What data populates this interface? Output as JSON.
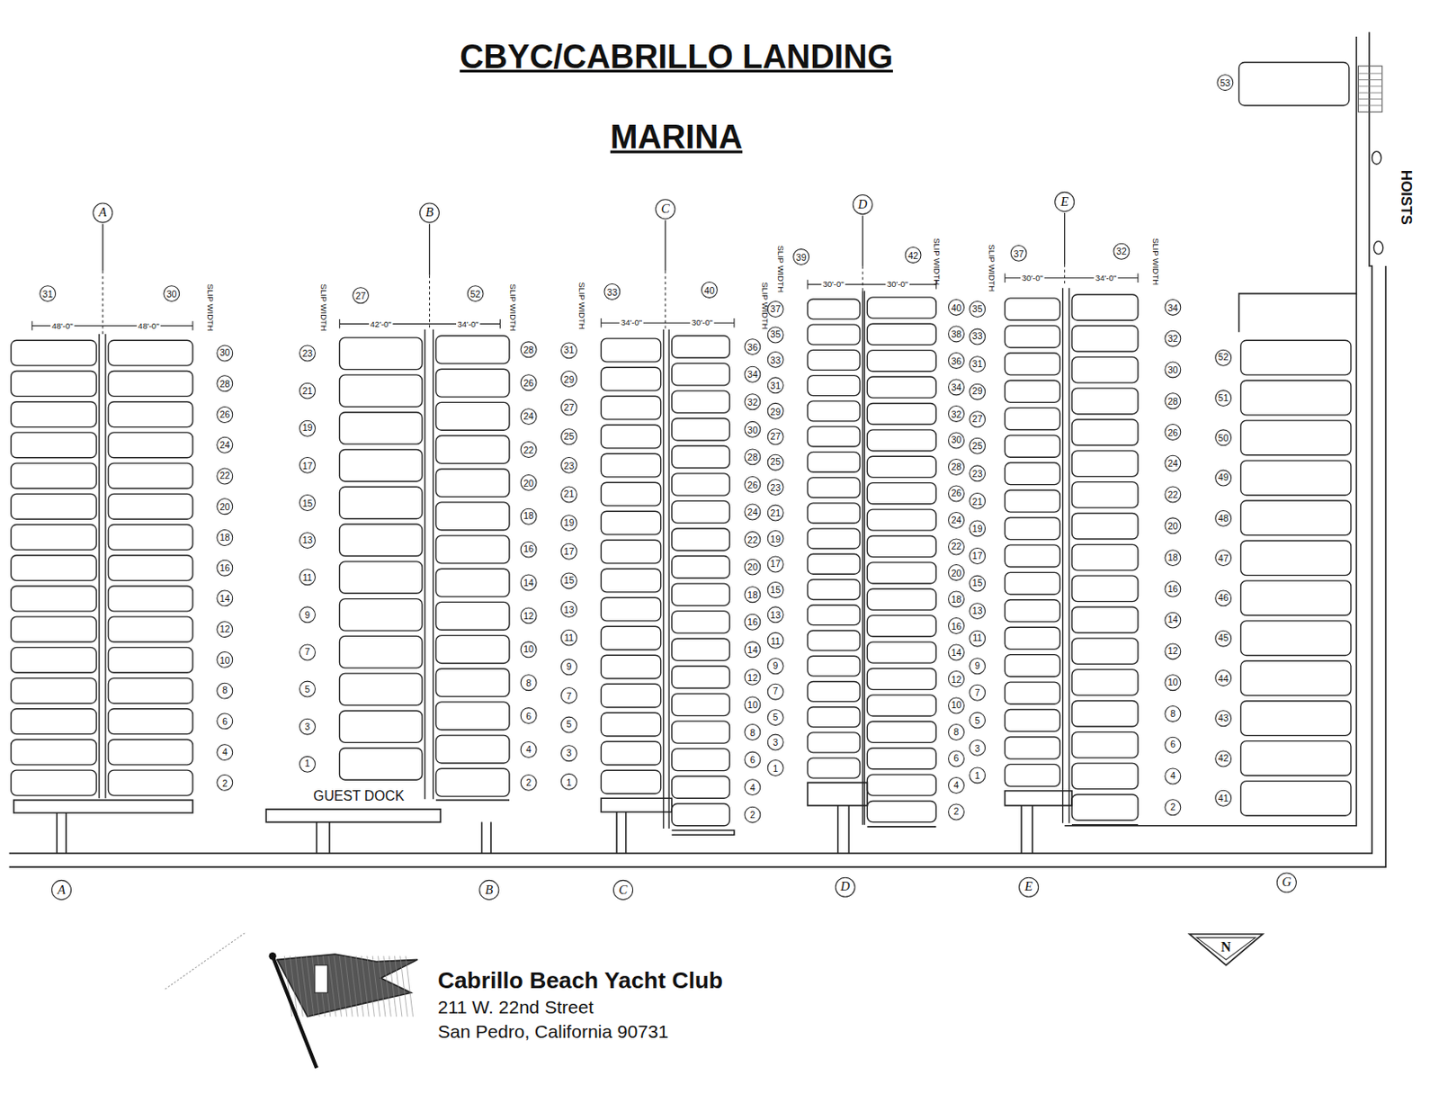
{
  "diagram": {
    "title": "CBYC/CABRILLO LANDING MARINA",
    "nodes": [
      {
        "text": [
          "A"
        ]
      },
      {
        "text": [
          "B"
        ]
      },
      {
        "text": [
          "C"
        ]
      },
      {
        "text": [
          "D"
        ]
      },
      {
        "text": [
          "E"
        ]
      },
      {
        "text": [
          "31"
        ]
      },
      {
        "text": [
          "30"
        ]
      },
      {
        "text": [
          "27"
        ]
      },
      {
        "text": [
          "52"
        ]
      },
      {
        "text": [
          "33"
        ]
      },
      {
        "text": [
          "40"
        ]
      },
      {
        "text": [
          "39"
        ]
      },
      {
        "text": [
          "42"
        ]
      },
      {
        "text": [
          "37"
        ]
      },
      {
        "text": [
          "32"
        ]
      },
      {
        "text": [
          "30"
        ]
      },
      {
        "text": [
          "28"
        ]
      },
      {
        "text": [
          "26"
        ]
      },
      {
        "text": [
          "24"
        ]
      },
      {
        "text": [
          "22"
        ]
      },
      {
        "text": [
          "20"
        ]
      },
      {
        "text": [
          "18"
        ]
      },
      {
        "text": [
          "16"
        ]
      },
      {
        "text": [
          "14"
        ]
      },
      {
        "text": [
          "12"
        ]
      },
      {
        "text": [
          "10"
        ]
      },
      {
        "text": [
          "8"
        ]
      },
      {
        "text": [
          "6"
        ]
      },
      {
        "text": [
          "4"
        ]
      },
      {
        "text": [
          "2"
        ]
      },
      {
        "text": [
          "23"
        ]
      },
      {
        "text": [
          "21"
        ]
      },
      {
        "text": [
          "19"
        ]
      },
      {
        "text": [
          "17"
        ]
      },
      {
        "text": [
          "15"
        ]
      },
      {
        "text": [
          "13"
        ]
      },
      {
        "text": [
          "11"
        ]
      },
      {
        "text": [
          "9"
        ]
      },
      {
        "text": [
          "7"
        ]
      },
      {
        "text": [
          "5"
        ]
      },
      {
        "text": [
          "3"
        ]
      },
      {
        "text": [
          "1"
        ]
      },
      {
        "text": [
          "28"
        ]
      },
      {
        "text": [
          "26"
        ]
      },
      {
        "text": [
          "24"
        ]
      },
      {
        "text": [
          "22"
        ]
      },
      {
        "text": [
          "20"
        ]
      },
      {
        "text": [
          "18"
        ]
      },
      {
        "text": [
          "16"
        ]
      },
      {
        "text": [
          "14"
        ]
      },
      {
        "text": [
          "12"
        ]
      },
      {
        "text": [
          "10"
        ]
      },
      {
        "text": [
          "8"
        ]
      },
      {
        "text": [
          "6"
        ]
      },
      {
        "text": [
          "4"
        ]
      },
      {
        "text": [
          "2"
        ]
      },
      {
        "text": [
          "31"
        ]
      },
      {
        "text": [
          "29"
        ]
      },
      {
        "text": [
          "27"
        ]
      },
      {
        "text": [
          "25"
        ]
      },
      {
        "text": [
          "23"
        ]
      },
      {
        "text": [
          "21"
        ]
      },
      {
        "text": [
          "19"
        ]
      },
      {
        "text": [
          "17"
        ]
      },
      {
        "text": [
          "15"
        ]
      },
      {
        "text": [
          "13"
        ]
      },
      {
        "text": [
          "11"
        ]
      },
      {
        "text": [
          "9"
        ]
      },
      {
        "text": [
          "7"
        ]
      },
      {
        "text": [
          "5"
        ]
      },
      {
        "text": [
          "3"
        ]
      },
      {
        "text": [
          "1"
        ]
      },
      {
        "text": [
          "36"
        ]
      },
      {
        "text": [
          "34"
        ]
      },
      {
        "text": [
          "32"
        ]
      },
      {
        "text": [
          "30"
        ]
      },
      {
        "text": [
          "28"
        ]
      },
      {
        "text": [
          "26"
        ]
      },
      {
        "text": [
          "24"
        ]
      },
      {
        "text": [
          "22"
        ]
      },
      {
        "text": [
          "20"
        ]
      },
      {
        "text": [
          "18"
        ]
      },
      {
        "text": [
          "16"
        ]
      },
      {
        "text": [
          "14"
        ]
      },
      {
        "text": [
          "12"
        ]
      },
      {
        "text": [
          "10"
        ]
      },
      {
        "text": [
          "8"
        ]
      },
      {
        "text": [
          "6"
        ]
      },
      {
        "text": [
          "4"
        ]
      },
      {
        "text": [
          "2"
        ]
      },
      {
        "text": [
          "37"
        ]
      },
      {
        "text": [
          "35"
        ]
      },
      {
        "text": [
          "33"
        ]
      },
      {
        "text": [
          "31"
        ]
      },
      {
        "text": [
          "29"
        ]
      },
      {
        "text": [
          "27"
        ]
      },
      {
        "text": [
          "25"
        ]
      },
      {
        "text": [
          "23"
        ]
      },
      {
        "text": [
          "21"
        ]
      },
      {
        "text": [
          "19"
        ]
      },
      {
        "text": [
          "17"
        ]
      },
      {
        "text": [
          "15"
        ]
      },
      {
        "text": [
          "13"
        ]
      },
      {
        "text": [
          "11"
        ]
      },
      {
        "text": [
          "9"
        ]
      },
      {
        "text": [
          "7"
        ]
      },
      {
        "text": [
          "5"
        ]
      },
      {
        "text": [
          "3"
        ]
      },
      {
        "text": [
          "1"
        ]
      },
      {
        "text": [
          "40"
        ]
      },
      {
        "text": [
          "38"
        ]
      },
      {
        "text": [
          "36"
        ]
      },
      {
        "text": [
          "34"
        ]
      },
      {
        "text": [
          "32"
        ]
      },
      {
        "text": [
          "30"
        ]
      },
      {
        "text": [
          "28"
        ]
      },
      {
        "text": [
          "26"
        ]
      },
      {
        "text": [
          "24"
        ]
      },
      {
        "text": [
          "22"
        ]
      },
      {
        "text": [
          "20"
        ]
      },
      {
        "text": [
          "18"
        ]
      },
      {
        "text": [
          "16"
        ]
      },
      {
        "text": [
          "14"
        ]
      },
      {
        "text": [
          "12"
        ]
      },
      {
        "text": [
          "10"
        ]
      },
      {
        "text": [
          "8"
        ]
      },
      {
        "text": [
          "6"
        ]
      },
      {
        "text": [
          "4"
        ]
      },
      {
        "text": [
          "2"
        ]
      },
      {
        "text": [
          "35"
        ]
      },
      {
        "text": [
          "33"
        ]
      },
      {
        "text": [
          "31"
        ]
      },
      {
        "text": [
          "29"
        ]
      },
      {
        "text": [
          "27"
        ]
      },
      {
        "text": [
          "25"
        ]
      },
      {
        "text": [
          "23"
        ]
      },
      {
        "text": [
          "21"
        ]
      },
      {
        "text": [
          "19"
        ]
      },
      {
        "text": [
          "17"
        ]
      },
      {
        "text": [
          "15"
        ]
      },
      {
        "text": [
          "13"
        ]
      },
      {
        "text": [
          "11"
        ]
      },
      {
        "text": [
          "9"
        ]
      },
      {
        "text": [
          "7"
        ]
      },
      {
        "text": [
          "5"
        ]
      },
      {
        "text": [
          "3"
        ]
      },
      {
        "text": [
          "1"
        ]
      },
      {
        "text": [
          "34"
        ]
      },
      {
        "text": [
          "32"
        ]
      },
      {
        "text": [
          "30"
        ]
      },
      {
        "text": [
          "28"
        ]
      },
      {
        "text": [
          "26"
        ]
      },
      {
        "text": [
          "24"
        ]
      },
      {
        "text": [
          "22"
        ]
      },
      {
        "text": [
          "20"
        ]
      },
      {
        "text": [
          "18"
        ]
      },
      {
        "text": [
          "16"
        ]
      },
      {
        "text": [
          "14"
        ]
      },
      {
        "text": [
          "12"
        ]
      },
      {
        "text": [
          "10"
        ]
      },
      {
        "text": [
          "8"
        ]
      },
      {
        "text": [
          "6"
        ]
      },
      {
        "text": [
          "4"
        ]
      },
      {
        "text": [
          "2"
        ]
      },
      {
        "text": [
          "53"
        ]
      },
      {
        "text": [
          "52"
        ]
      },
      {
        "text": [
          "51"
        ]
      },
      {
        "text": [
          "50"
        ]
      },
      {
        "text": [
          "49"
        ]
      },
      {
        "text": [
          "48"
        ]
      },
      {
        "text": [
          "47"
        ]
      },
      {
        "text": [
          "46"
        ]
      },
      {
        "text": [
          "45"
        ]
      },
      {
        "text": [
          "44"
        ]
      },
      {
        "text": [
          "43"
        ]
      },
      {
        "text": [
          "42"
        ]
      },
      {
        "text": [
          "41"
        ]
      },
      {
        "text": [
          "A"
        ]
      },
      {
        "text": [
          "B"
        ]
      },
      {
        "text": [
          "C"
        ]
      },
      {
        "text": [
          "D"
        ]
      },
      {
        "text": [
          "E"
        ]
      },
      {
        "text": [
          "G"
        ]
      },
      {
        "text": [
          "N"
        ]
      }
    ],
    "labels": [
      "SLIP WIDTH",
      "SLIP WIDTH",
      "SLIP WIDTH",
      "SLIP WIDTH",
      "SLIP WIDTH",
      "SLIP WIDTH",
      "SLIP WIDTH",
      "SLIP WIDTH",
      "SLIP WIDTH",
      "48'-0\"",
      "48'-0\"",
      "42'-0\"",
      "34'-0\"",
      "34'-0\"",
      "30'-0\"",
      "30'-0\"",
      "30'-0\"",
      "30'-0\"",
      "34'-0\"",
      "GUEST DOCK",
      "HOISTS",
      "Cabrillo Beach Yacht Club",
      "211 W. 22nd Street",
      "San Pedro, California 90731"
    ]
  }
}
